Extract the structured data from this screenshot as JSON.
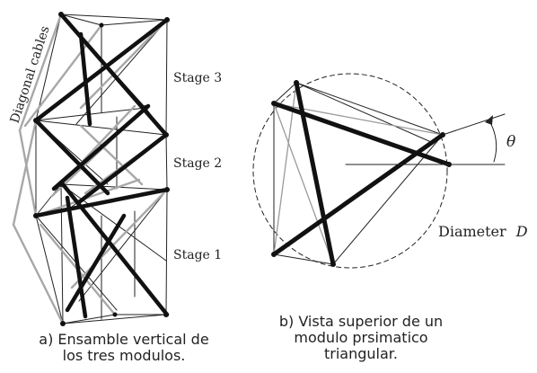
{
  "left_figure": {
    "diagonal_label": "Diagonal cables",
    "stage_labels": [
      "Stage 3",
      "Stage 2",
      "Stage 1"
    ]
  },
  "right_figure": {
    "diameter_label": "Diameter",
    "diameter_symbol": "D",
    "angle_symbol": "θ"
  },
  "captions": {
    "a": [
      "a) Ensamble vertical de",
      "los tres modulos."
    ],
    "b": [
      "b) Vista superior de un",
      "modulo prsimatico",
      "triangular."
    ]
  }
}
